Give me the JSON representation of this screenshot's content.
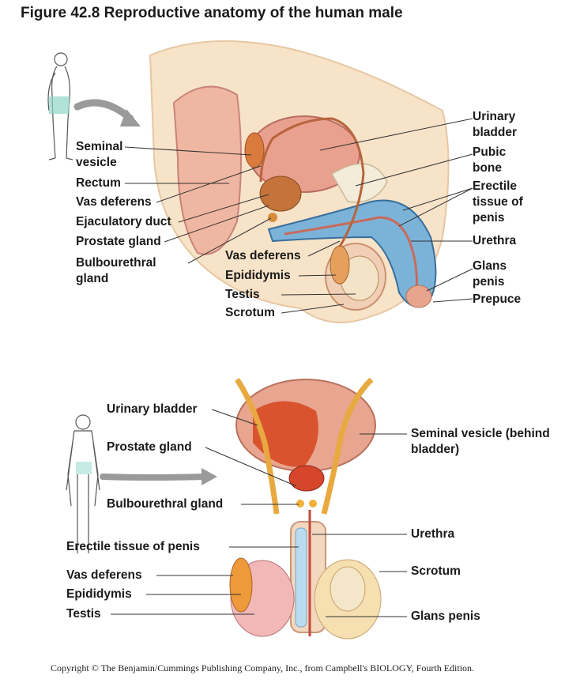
{
  "figure": {
    "title": "Figure 42.8  Reproductive anatomy of the human male",
    "copyright": "Copyright © The Benjamin/Cummings Publishing Company, Inc., from Campbell's BIOLOGY, Fourth Edition."
  },
  "sagittal_view": {
    "left_labels": [
      "Seminal vesicle",
      "Rectum",
      "Vas deferens",
      "Ejaculatory duct",
      "Prostate gland",
      "Bulbourethral gland"
    ],
    "right_labels": [
      "Urinary bladder",
      "Pubic bone",
      "Erectile tissue of penis",
      "Urethra",
      "Glans penis",
      "Prepuce"
    ],
    "bottom_labels": [
      "Vas deferens",
      "Epididymis",
      "Testis",
      "Scrotum"
    ]
  },
  "frontal_view": {
    "left_labels": [
      "Urinary bladder",
      "Prostate gland",
      "Bulbourethral gland",
      "Erectile tissue of penis",
      "Vas deferens",
      "Epididymis",
      "Testis"
    ],
    "right_labels": [
      "Seminal vesicle (behind bladder)",
      "Urethra",
      "Scrotum",
      "Glans penis"
    ]
  }
}
